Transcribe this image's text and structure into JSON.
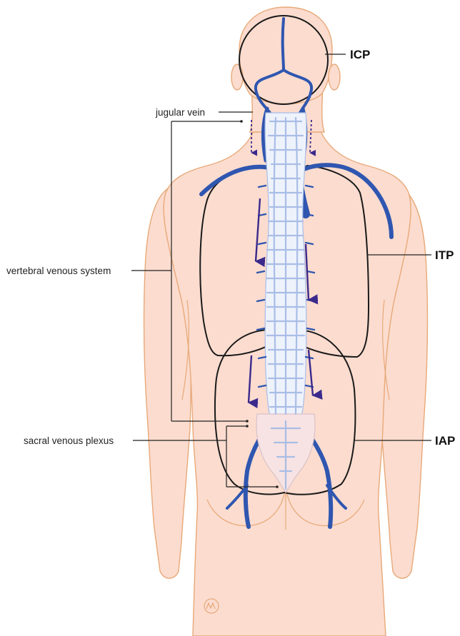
{
  "labels": {
    "icp": "ICP",
    "itp": "ITP",
    "iap": "IAP",
    "jugular_vein": "jugular vein",
    "vertebral_venous_system": "vertebral venous system",
    "sacral_venous_plexus": "sacral venous plexus"
  },
  "colors": {
    "skin": "#fbdccf",
    "skin_outline": "#e8a978",
    "vein": "#2f56b0",
    "vein_light": "#a9bde6",
    "arrow": "#3b2a8c"
  },
  "watermark_icon": "logo-mark-icon"
}
